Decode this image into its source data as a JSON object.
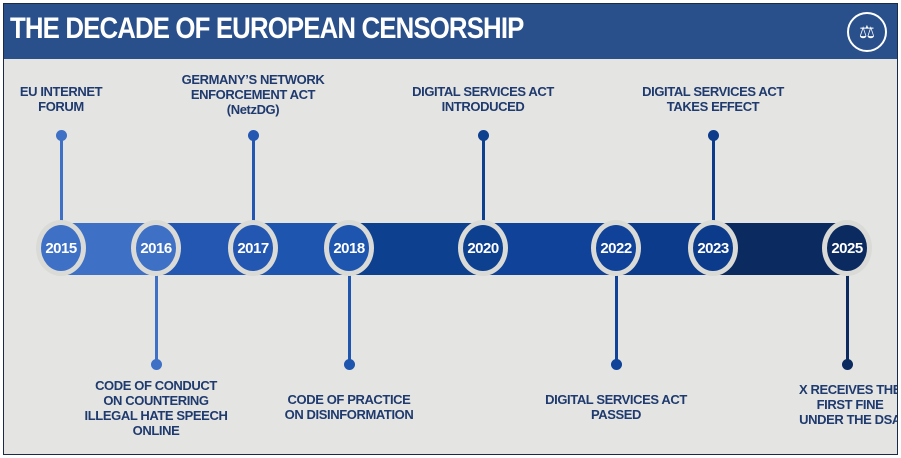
{
  "header": {
    "title": "THE DECADE OF EUROPEAN CENSORSHIP",
    "logo_icon": "scales-of-justice-icon"
  },
  "events": [
    {
      "year": "2015",
      "label": "EU INTERNET\nFORUM",
      "side": "top",
      "color": "#3e70c6"
    },
    {
      "year": "2016",
      "label": "CODE OF CONDUCT\nON COUNTERING\nILLEGAL HATE SPEECH\nONLINE",
      "side": "bottom",
      "color": "#3e70c6"
    },
    {
      "year": "2017",
      "label": "GERMANY’S NETWORK\nENFORCEMENT ACT\n(NetzDG)",
      "side": "top",
      "color": "#2457b1"
    },
    {
      "year": "2018",
      "label": "CODE OF PRACTICE\nON DISINFORMATION",
      "side": "bottom",
      "color": "#1e55ae"
    },
    {
      "year": "2020",
      "label": "DIGITAL SERVICES ACT\nINTRODUCED",
      "side": "top",
      "color": "#0e4090"
    },
    {
      "year": "2022",
      "label": "DIGITAL SERVICES ACT\nPASSED",
      "side": "bottom",
      "color": "#0f4298"
    },
    {
      "year": "2023",
      "label": "DIGITAL SERVICES ACT\nTAKES EFFECT",
      "side": "top",
      "color": "#0d3b8b"
    },
    {
      "year": "2025",
      "label": "X RECEIVES THE\nFIRST FINE\nUNDER THE DSA",
      "side": "bottom",
      "color": "#0b2a5f"
    }
  ]
}
